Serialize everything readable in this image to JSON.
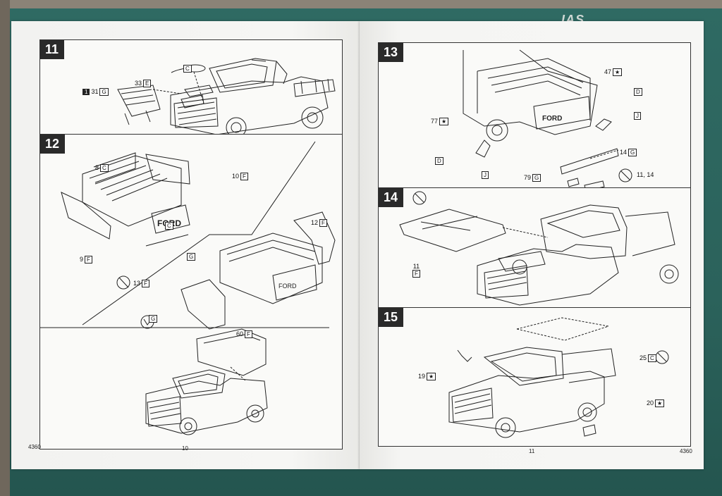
{
  "mat": {
    "brand": "IAS"
  },
  "left_page": {
    "steps": [
      {
        "number": "11"
      },
      {
        "number": "12"
      }
    ],
    "step11_labels": {
      "part33": "33",
      "part33_code": "E",
      "partC": "C",
      "part31_qty": "1",
      "part31": "31",
      "part31_code": "G"
    },
    "step12_labels": {
      "part8": "8",
      "part8_code": "C",
      "part10": "10",
      "part10_code": "F",
      "part9": "9",
      "part9_code": "F",
      "partC": "C",
      "partG": "G",
      "part13": "13",
      "part13_code": "F",
      "part12": "12",
      "part12_code": "F",
      "partG2": "G",
      "part60": "60",
      "part60_code": "F"
    },
    "footer_left": "4360",
    "footer_page": "10"
  },
  "right_page": {
    "steps": [
      {
        "number": "13"
      },
      {
        "number": "14"
      },
      {
        "number": "15"
      }
    ],
    "step13_labels": {
      "part47": "47",
      "part47_code": "★",
      "partD": "D",
      "partJ": "J",
      "part77": "77",
      "part77_code": "★",
      "partD2": "D",
      "partJ2": "J",
      "part14": "14",
      "part14_code": "G",
      "part79": "79",
      "part79_code": "G",
      "part11_14": "11, 14"
    },
    "step14_labels": {
      "part11": "11",
      "part11_code": "F"
    },
    "step15_labels": {
      "part19": "19",
      "part19_code": "★",
      "part25": "25",
      "part25_code": "C",
      "part20": "20",
      "part20_code": "★"
    },
    "footer_page": "11",
    "footer_right": "4360"
  },
  "tailgate_text": "FORD"
}
